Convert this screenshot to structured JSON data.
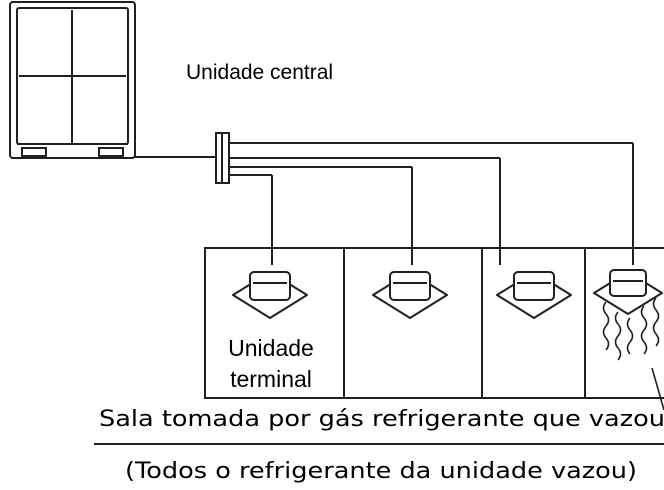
{
  "diagram": {
    "central_unit_label": "Unidade central",
    "terminal_unit_label_line1": "Unidade",
    "terminal_unit_label_line2": "terminal",
    "caption_line1": "Sala tomada por gás refrigerante que vazou",
    "caption_line2": "(Todos o refrigerante da unidade vazou)"
  },
  "icons": {
    "outdoor_unit": "outdoor-unit-icon",
    "branch_header": "branch-header-icon",
    "indoor_unit": "cassette-indoor-unit-icon",
    "leak_wave": "refrigerant-leak-wave-icon"
  },
  "colors": {
    "line": "#231f20",
    "background": "#ffffff"
  }
}
